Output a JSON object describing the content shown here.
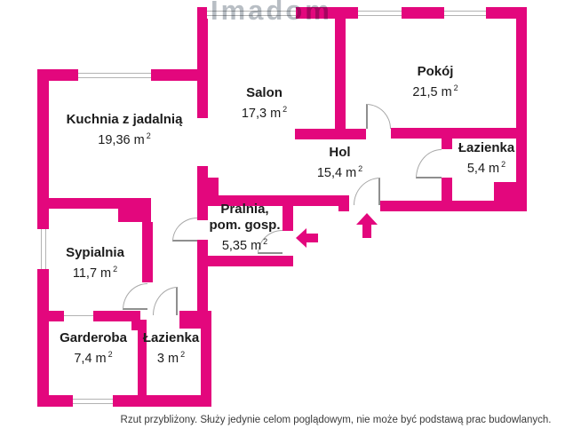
{
  "plan": {
    "watermark": "Imadom",
    "disclaimer": "Rzut przybliżony. Służy jedynie celom poglądowym, nie może być podstawą prac budowlanych.",
    "unit": "m",
    "unit_exponent": "2"
  },
  "rooms": {
    "kuchnia": {
      "name": "Kuchnia z jadalnią",
      "area": "19,36"
    },
    "salon": {
      "name": "Salon",
      "area": "17,3"
    },
    "pokoj": {
      "name": "Pokój",
      "area": "21,5"
    },
    "hol": {
      "name": "Hol",
      "area": "15,4"
    },
    "lazienka_gora": {
      "name": "Łazienka",
      "area": "5,4"
    },
    "pralnia": {
      "name_line1": "Pralnia,",
      "name_line2": "pom. gosp.",
      "area": "5,35"
    },
    "sypialnia": {
      "name": "Sypialnia",
      "area": "11,7"
    },
    "garderoba": {
      "name": "Garderoba",
      "area": "7,4"
    },
    "lazienka_dol": {
      "name": "Łazienka",
      "area": "3"
    }
  },
  "colors": {
    "wall": "#e3077d",
    "arrow": "#e3077d",
    "door_line": "#a8a8a8",
    "text": "#1c1c1c"
  }
}
